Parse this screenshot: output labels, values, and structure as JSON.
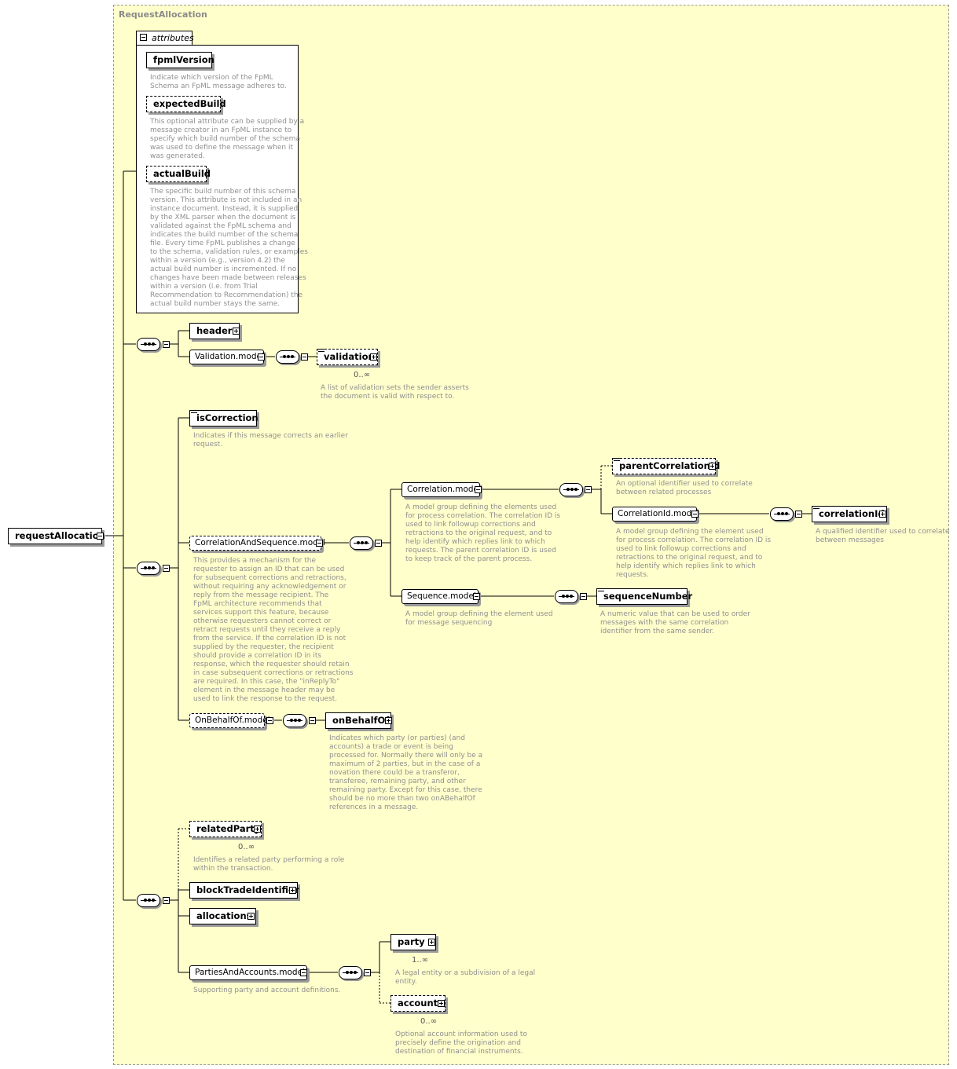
{
  "container": {
    "title": "RequestAllocation"
  },
  "root": {
    "label": "requestAllocation"
  },
  "attributes": {
    "tab_label": "attributes",
    "items": [
      {
        "label": "fpmlVersion",
        "desc": "Indicate which version of the FpML\nSchema an FpML message adheres to."
      },
      {
        "label": "expectedBuild",
        "desc": "This optional attribute can be supplied by a\nmessage creator in an FpML instance to\nspecify which build number of the schema\nwas used to define the message when it\nwas generated."
      },
      {
        "label": "actualBuild",
        "desc": "The specific build number of this schema\nversion. This attribute is not included in an\ninstance document. Instead, it is supplied\nby the XML parser when the document is\nvalidated against the FpML schema and\nindicates the build number of the schema\nfile. Every time FpML publishes a change\nto the schema, validation rules, or examples\nwithin a version (e.g., version 4.2) the\nactual build number is incremented. If no\nchanges have been made between releases\nwithin a version (i.e. from Trial\nRecommendation to Recommendation) the\nactual build number stays the same."
      }
    ]
  },
  "nodes": {
    "header": {
      "label": "header"
    },
    "validation_model": {
      "label": "Validation.model"
    },
    "validation": {
      "label": "validation",
      "card": "0..∞",
      "desc": "A list of validation sets the sender asserts\nthe document is valid with respect to."
    },
    "isCorrection": {
      "label": "isCorrection",
      "desc": "Indicates if this message corrects an earlier\nrequest."
    },
    "corr_seq_model": {
      "label": "CorrelationAndSequence.model",
      "desc": "This provides a mechanism for the\nrequester to assign an ID that can be used\nfor subsequent corrections and retractions,\nwithout requiring any acknowledgement or\nreply from the message recipient. The\nFpML architecture recommends that\nservices support this feature, because\notherwise requesters cannot correct or\nretract requests until they receive a reply\nfrom the service. If the correlation ID is not\nsupplied by the requester, the recipient\nshould provide a correlation ID in its\nresponse, which the requester should retain\nin case subsequent corrections or retractions\nare required. In this case, the \"inReplyTo\"\nelement in the message header may be\nused to link the response to the request."
    },
    "correlation_model": {
      "label": "Correlation.model",
      "desc": "A model group defining the elements used\nfor process correlation. The correlation ID is\nused to link followup corrections and\nretractions to the original request, and to\nhelp identify which replies link to which\nrequests. The parent correlation ID is used\nto keep track of the parent process."
    },
    "parentCorrelationId": {
      "label": "parentCorrelationId",
      "desc": "An optional identifier used to correlate\nbetween related processes"
    },
    "correlationId_model": {
      "label": "CorrelationId.model",
      "desc": "A model group defining the element used\nfor process correlation. The correlation ID is\nused to link followup corrections and\nretractions to the original request, and to\nhelp identify which replies link to which\nrequests."
    },
    "correlationId": {
      "label": "correlationId",
      "desc": "A qualified identifier used to correlate\nbetween messages"
    },
    "sequence_model": {
      "label": "Sequence.model",
      "desc": "A model group defining the element used\nfor message sequencing"
    },
    "sequenceNumber": {
      "label": "sequenceNumber",
      "desc": "A numeric value that can be used to order\nmessages with the same correlation\nidentifier from the same sender."
    },
    "onBehalfOf_model": {
      "label": "OnBehalfOf.model"
    },
    "onBehalfOf": {
      "label": "onBehalfOf",
      "desc": "Indicates which party (or parties) (and\naccounts) a trade or event is being\nprocessed for. Normally there will only be a\nmaximum of 2 parties, but in the case of a\nnovation there could be a transferor,\ntransferee, remaining party, and other\nremaining party. Except for this case, there\nshould be no more than two onABehalfOf\nreferences in a message."
    },
    "relatedParty": {
      "label": "relatedParty",
      "card": "0..∞",
      "desc": "Identifies a related party performing a role\nwithin the transaction."
    },
    "blockTradeIdentifier": {
      "label": "blockTradeIdentifier"
    },
    "allocations": {
      "label": "allocations"
    },
    "parties_model": {
      "label": "PartiesAndAccounts.model",
      "desc": "Supporting party and account definitions."
    },
    "party": {
      "label": "party",
      "card": "1..∞",
      "desc": "A legal entity or a subdivision of a legal\nentity."
    },
    "account": {
      "label": "account",
      "card": "0..∞",
      "desc": "Optional account information used to\nprecisely define the origination and\ndestination of financial instruments."
    }
  },
  "colors": {
    "container_bg": "#ffffcc",
    "container_border": "#9a9a9a",
    "desc_text": "#8f8f8f"
  }
}
